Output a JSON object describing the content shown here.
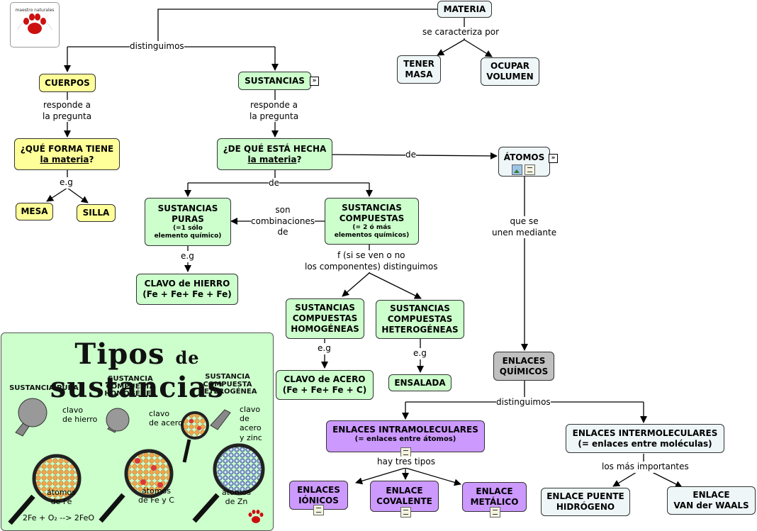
{
  "nodes": {
    "materia": "MATERIA",
    "tener_masa": [
      "TENER",
      "MASA"
    ],
    "ocupar_volumen": [
      "OCUPAR",
      "VOLUMEN"
    ],
    "cuerpos": "CUERPOS",
    "sustancias": "SUSTANCIAS",
    "que_forma": {
      "line1": "¿QUÉ FORMA TIENE",
      "link": "la materia",
      "q": "?"
    },
    "de_que": {
      "line1": "¿DE QUÉ ESTÁ HECHA",
      "link": "la materia",
      "q": "?"
    },
    "atomos": "ÁTOMOS",
    "mesa": "MESA",
    "silla": "SILLA",
    "puras": {
      "line1": "SUSTANCIAS",
      "line2": "PURAS",
      "small1": "(=1 sólo",
      "small2": "elemento químico)"
    },
    "compuestas": {
      "line1": "SUSTANCIAS",
      "line2": "COMPUESTAS",
      "small1": "(= 2 ó más",
      "small2": "elementos químicos)"
    },
    "clavo_hierro": [
      "CLAVO de HIERRO",
      "(Fe + Fe+ Fe + Fe)"
    ],
    "homogeneas": [
      "SUSTANCIAS",
      "COMPUESTAS",
      "HOMOGÉNEAS"
    ],
    "heterogeneas": [
      "SUSTANCIAS",
      "COMPUESTAS",
      "HETEROGÉNEAS"
    ],
    "clavo_acero": [
      "CLAVO de ACERO",
      "(Fe + Fe+ Fe + C)"
    ],
    "ensalada": "ENSALADA",
    "enlaces_quimicos": [
      "ENLACES",
      "QUÍMICOS"
    ],
    "intramoleculares": {
      "line1": "ENLACES INTRAMOLECULARES",
      "small": "(= enlaces entre átomos)"
    },
    "intermoleculares": [
      "ENLACES INTERMOLECULARES",
      "(= enlaces entre moléculas)"
    ],
    "ionicos": [
      "ENLACES",
      "IÓNICOS"
    ],
    "covalente": [
      "ENLACE",
      "COVALENTE"
    ],
    "metalico": [
      "ENLACE",
      "METÁLICO"
    ],
    "puente": [
      "ENLACE PUENTE",
      "HIDRÓGENO"
    ],
    "van_der_waals": [
      "ENLACE",
      "VAN der WAALS"
    ]
  },
  "links": {
    "se_caracteriza": "se caracteriza por",
    "distinguimos_top": "distinguimos",
    "responde_1": [
      "responde a",
      "la pregunta"
    ],
    "responde_2": [
      "responde a",
      "la pregunta"
    ],
    "eg_1": "e.g",
    "de_1": "de",
    "de_2": "de",
    "son_comb": [
      "son",
      "combinaciones",
      "de"
    ],
    "eg_2": "e.g",
    "f_si": [
      "f (si se ven o no",
      "los componentes) distinguimos"
    ],
    "que_se": [
      "que se",
      "unen mediante"
    ],
    "eg_3": "e.g",
    "eg_4": "e.g",
    "distinguimos_2": "distinguimos",
    "hay_tres": "hay tres tipos",
    "los_mas": "los más importantes"
  },
  "logo": {
    "text": "maestro naturales"
  },
  "panel": {
    "title_a": "Tipos",
    "title_de": "de",
    "title_b": "sustancias",
    "col1_title": [
      "SUSTANCIA PURA"
    ],
    "col2_title": [
      "SUSTANCIA",
      "COMPUESTA",
      "HOMOGÉNEA"
    ],
    "col3_title": [
      "SUSTANCIA",
      "COMPUESTA",
      "HETEROGÉNEA"
    ],
    "n1a": [
      "clavo",
      "de hierro"
    ],
    "n1b": [
      "átomos",
      "de Fe"
    ],
    "n2a": [
      "clavo",
      "de acero"
    ],
    "n2b": [
      "átomos",
      "de Fe y C"
    ],
    "n3a": [
      "clavo",
      "de acero",
      "y zinc"
    ],
    "n3b": [
      "átomos",
      "de Zn"
    ],
    "equation": "2Fe + O₂ --> 2FeO"
  }
}
